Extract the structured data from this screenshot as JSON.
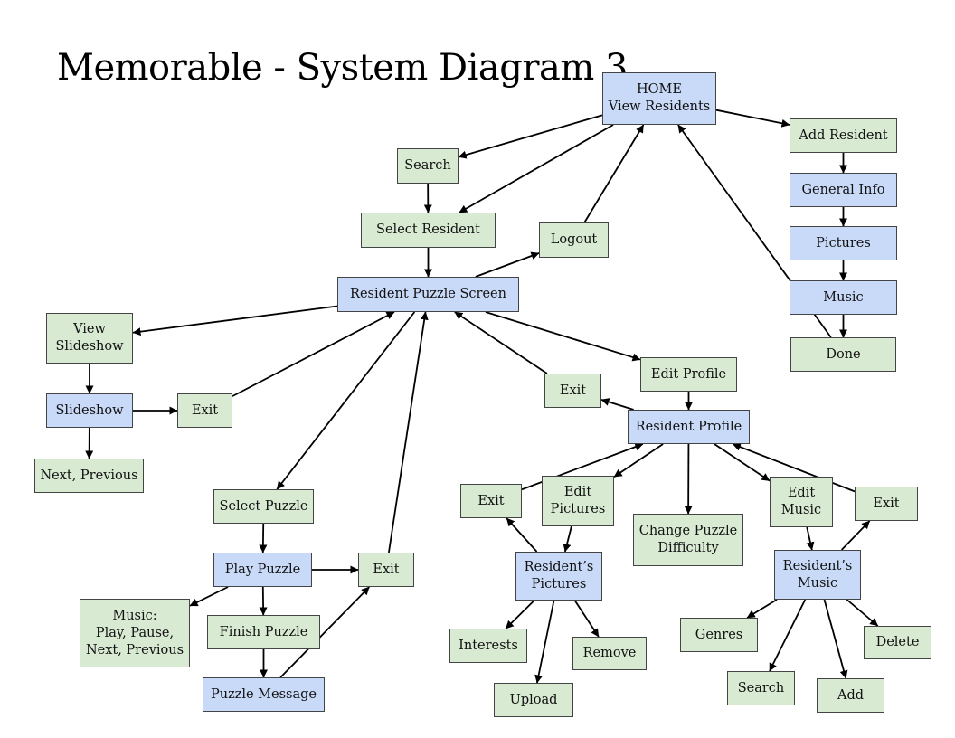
{
  "title": "Memorable - System Diagram 3",
  "colors": {
    "green": "#d9ead3",
    "blue": "#c9daf8",
    "border": "#444444",
    "edge": "#000000"
  },
  "nodes": {
    "home": "HOME\nView Residents",
    "add_resident": "Add Resident",
    "general_info": "General Info",
    "pictures": "Pictures",
    "music": "Music",
    "done": "Done",
    "search_top": "Search",
    "select_resident": "Select Resident",
    "logout": "Logout",
    "puzzle_screen": "Resident Puzzle Screen",
    "view_slideshow": "View\nSlideshow",
    "slideshow": "Slideshow",
    "exit_slideshow": "Exit",
    "next_previous": "Next, Previous",
    "edit_profile": "Edit Profile",
    "exit_profile": "Exit",
    "resident_profile": "Resident Profile",
    "select_puzzle": "Select Puzzle",
    "play_puzzle": "Play Puzzle",
    "exit_play": "Exit",
    "music_controls": "Music:\nPlay, Pause,\nNext, Previous",
    "finish_puzzle": "Finish Puzzle",
    "puzzle_message": "Puzzle Message",
    "exit_pictures": "Exit",
    "edit_pictures": "Edit\nPictures",
    "change_difficulty": "Change Puzzle\nDifficulty",
    "edit_music": "Edit\nMusic",
    "exit_music": "Exit",
    "residents_pictures": "Resident’s\nPictures",
    "residents_music": "Resident’s\nMusic",
    "interests": "Interests",
    "remove": "Remove",
    "upload": "Upload",
    "genres": "Genres",
    "delete": "Delete",
    "search_music": "Search",
    "add": "Add"
  },
  "edges": [
    [
      "home",
      "add_resident"
    ],
    [
      "add_resident",
      "general_info"
    ],
    [
      "general_info",
      "pictures"
    ],
    [
      "pictures",
      "music"
    ],
    [
      "music",
      "done"
    ],
    [
      "done",
      "home"
    ],
    [
      "home",
      "search_top"
    ],
    [
      "home",
      "select_resident"
    ],
    [
      "search_top",
      "select_resident"
    ],
    [
      "select_resident",
      "puzzle_screen"
    ],
    [
      "puzzle_screen",
      "logout"
    ],
    [
      "logout",
      "home"
    ],
    [
      "puzzle_screen",
      "view_slideshow"
    ],
    [
      "view_slideshow",
      "slideshow"
    ],
    [
      "slideshow",
      "exit_slideshow"
    ],
    [
      "slideshow",
      "next_previous"
    ],
    [
      "exit_slideshow",
      "puzzle_screen"
    ],
    [
      "puzzle_screen",
      "edit_profile"
    ],
    [
      "edit_profile",
      "resident_profile"
    ],
    [
      "resident_profile",
      "exit_profile"
    ],
    [
      "exit_profile",
      "puzzle_screen"
    ],
    [
      "puzzle_screen",
      "select_puzzle"
    ],
    [
      "select_puzzle",
      "play_puzzle"
    ],
    [
      "play_puzzle",
      "exit_play"
    ],
    [
      "play_puzzle",
      "music_controls"
    ],
    [
      "play_puzzle",
      "finish_puzzle"
    ],
    [
      "finish_puzzle",
      "puzzle_message"
    ],
    [
      "puzzle_message",
      "exit_play"
    ],
    [
      "exit_play",
      "puzzle_screen"
    ],
    [
      "exit_pictures",
      "resident_profile"
    ],
    [
      "resident_profile",
      "edit_pictures"
    ],
    [
      "resident_profile",
      "change_difficulty"
    ],
    [
      "resident_profile",
      "edit_music"
    ],
    [
      "exit_music",
      "resident_profile"
    ],
    [
      "edit_pictures",
      "residents_pictures"
    ],
    [
      "residents_pictures",
      "exit_pictures"
    ],
    [
      "residents_pictures",
      "interests"
    ],
    [
      "residents_pictures",
      "remove"
    ],
    [
      "residents_pictures",
      "upload"
    ],
    [
      "edit_music",
      "residents_music"
    ],
    [
      "residents_music",
      "exit_music"
    ],
    [
      "residents_music",
      "genres"
    ],
    [
      "residents_music",
      "delete"
    ],
    [
      "residents_music",
      "search_music"
    ],
    [
      "residents_music",
      "add"
    ]
  ]
}
